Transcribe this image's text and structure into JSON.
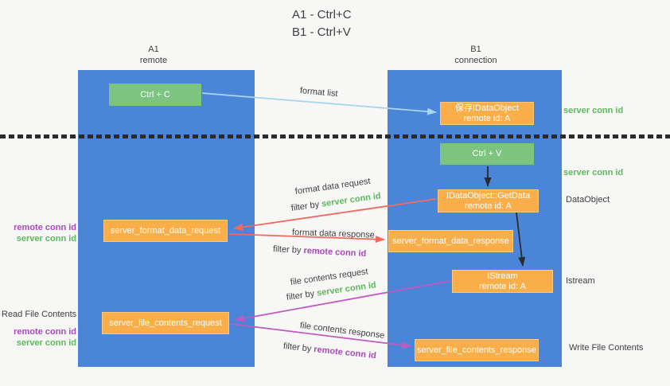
{
  "title": {
    "line1": "A1 - Ctrl+C",
    "line2": "B1 - Ctrl+V"
  },
  "lanes": {
    "left": {
      "title": "A1",
      "subtitle": "remote"
    },
    "right": {
      "title": "B1",
      "subtitle": "connection"
    }
  },
  "nodes": {
    "ctrl_c": {
      "label": "Ctrl + C"
    },
    "ctrl_v": {
      "label": "Ctrl + V"
    },
    "save_idataobject": {
      "line1": "保存IDataObject",
      "line2": "remote id: A"
    },
    "getdata": {
      "line1": "IDataObject::GetData",
      "line2": "remote id: A"
    },
    "istream": {
      "line1": "IStream",
      "line2": "remote id: A"
    },
    "format_request": {
      "label": "server_format_data_request"
    },
    "format_response": {
      "label": "server_format_data_response"
    },
    "file_request": {
      "label": "server_file_contents_request"
    },
    "file_response": {
      "label": "server_file_contents_response"
    }
  },
  "edge_labels": {
    "format_list": "format list",
    "format_data_request": "format data request",
    "format_data_response": "format data response",
    "file_contents_request": "file contents request",
    "file_contents_response": "file contents response",
    "filter_by": "filter by",
    "server_conn_id": "server conn id",
    "remote_conn_id": "remote conn id"
  },
  "side_labels": {
    "server_conn_id_top": "server conn id",
    "server_conn_id_mid": "server conn id",
    "dataobject": "DataObject",
    "istream": "Istream",
    "read_file_contents": "Read File Contents",
    "write_file_contents": "Write File Contents",
    "remote_conn_id": "remote conn id",
    "server_conn_id": "server conn id"
  },
  "colors": {
    "bg": "#f7f7f6",
    "lane-blue": "#4a85d8",
    "box-green": "#7cc47f",
    "box-orange": "#f9ae49",
    "arrow-blue": "#a9d4ee",
    "arrow-red": "#f06a60",
    "arrow-magenta": "#c05ac0",
    "arrow-black": "#2b2b2b",
    "text-dark": "#3f3f3f",
    "text-green": "#5cb85c",
    "text-purple": "#ab47bc"
  }
}
